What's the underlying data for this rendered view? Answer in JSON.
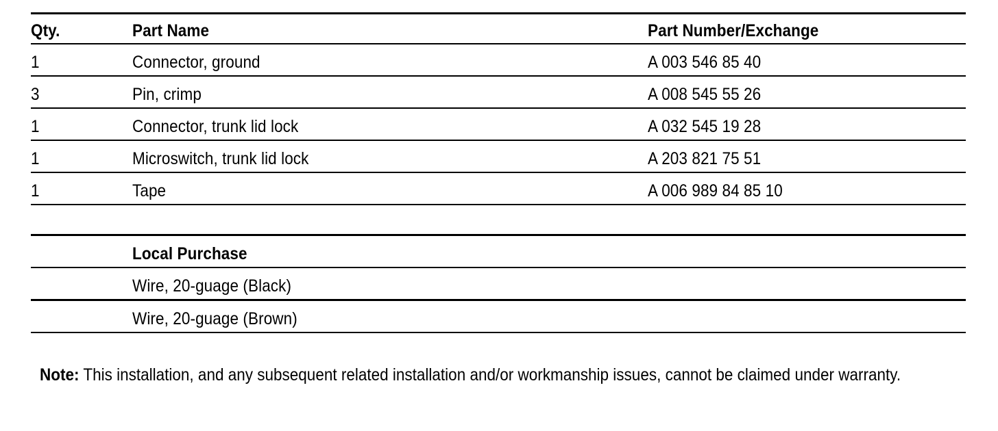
{
  "document": {
    "type": "parts-list-table"
  },
  "table": {
    "columns": [
      {
        "key": "qty",
        "header": "Qty."
      },
      {
        "key": "name",
        "header": "Part Name"
      },
      {
        "key": "num",
        "header": "Part Number/Exchange"
      }
    ],
    "rows": [
      {
        "qty": "1",
        "name": "Connector, ground",
        "num": "A 003 546 85 40"
      },
      {
        "qty": "3",
        "name": "Pin, crimp",
        "num": "A 008 545 55 26"
      },
      {
        "qty": "1",
        "name": "Connector, trunk lid lock",
        "num": "A 032 545 19 28"
      },
      {
        "qty": "1",
        "name": "Microswitch, trunk lid lock",
        "num": "A 203 821 75 51"
      },
      {
        "qty": "1",
        "name": "Tape",
        "num": "A 006 989 84 85 10"
      }
    ],
    "local_purchase": {
      "heading": "Local Purchase",
      "rows": [
        {
          "qty": "",
          "name": "Wire, 20-guage (Black)",
          "num": ""
        },
        {
          "qty": "",
          "name": "Wire, 20-guage (Brown)",
          "num": ""
        }
      ]
    }
  },
  "note": {
    "label": "Note:",
    "text": "This installation, and any subsequent related installation and/or workmanship issues, cannot be claimed under warranty."
  },
  "colors": {
    "text": "#000000",
    "rule": "#000000",
    "background": "#ffffff"
  }
}
